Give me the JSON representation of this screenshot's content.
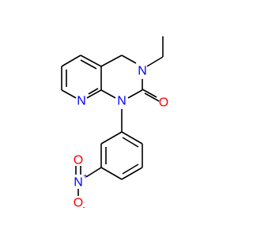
{
  "colors": {
    "bond": "#000000",
    "nitrogen": "#0000ff",
    "oxygen": "#ff0000"
  },
  "atoms": {
    "n_pyridine": "N",
    "n1": "N",
    "n3": "N",
    "o_carbonyl": "O",
    "n_nitro": "N",
    "n_nitro_charge": "+",
    "o_nitro_double": "O",
    "o_nitro_single": "O",
    "o_nitro_charge": "-"
  }
}
